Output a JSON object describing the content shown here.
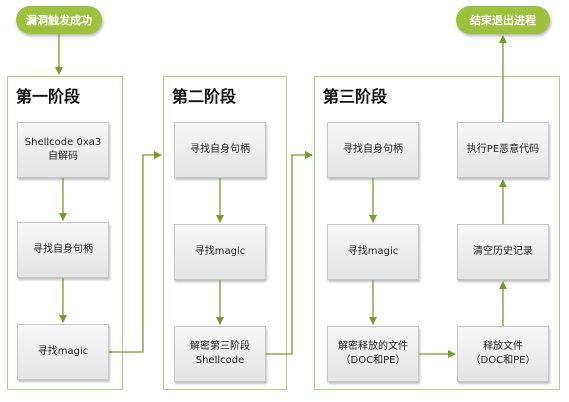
{
  "start": "漏洞触发成功",
  "end": "结束退出进程",
  "stages": [
    {
      "title": "第一阶段",
      "steps": [
        "Shellcode 0xa3自解码",
        "寻找自身句柄",
        "寻找magic"
      ]
    },
    {
      "title": "第二阶段",
      "steps": [
        "寻找自身句柄",
        "寻找magic",
        "解密第三阶段\nShellcode"
      ]
    },
    {
      "title": "第三阶段",
      "steps": [
        "寻找自身句柄",
        "寻找magic",
        "解密释放的文件\n（DOC和PE）",
        "释放文件\n（DOC和PE）",
        "清空历史记录",
        "执行PE恶意代码"
      ]
    }
  ],
  "colors": {
    "accent": "#9dc03d",
    "arrow": "#7a9a2e",
    "border": "#b5d08a"
  }
}
